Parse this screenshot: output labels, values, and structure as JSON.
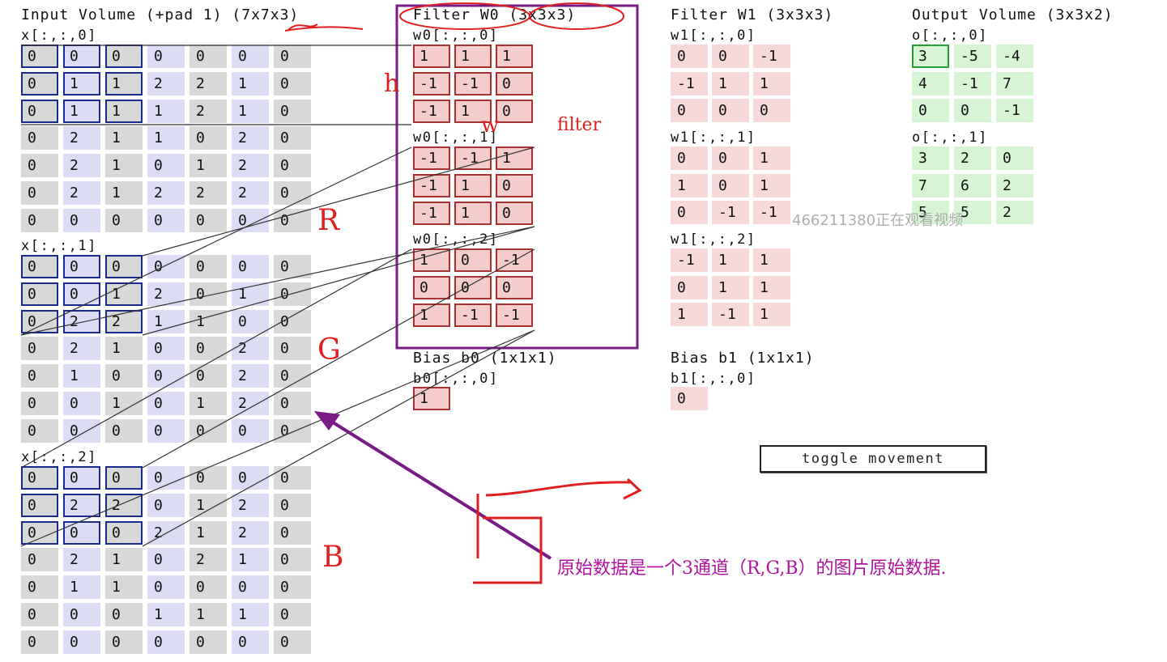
{
  "headers": {
    "input": "Input Volume (+pad 1) (7x7x3)",
    "filter0": "Filter W0 (3x3x3)",
    "filter1": "Filter W1 (3x3x3)",
    "output": "Output Volume (3x3x2)",
    "bias0": "Bias b0 (1x1x1)",
    "bias1": "Bias b1 (1x1x1)"
  },
  "input": {
    "labels": [
      "x[:,:,0]",
      "x[:,:,1]",
      "x[:,:,2]"
    ],
    "slices": [
      [
        [
          0,
          0,
          0,
          0,
          0,
          0,
          0
        ],
        [
          0,
          1,
          1,
          2,
          2,
          1,
          0
        ],
        [
          0,
          1,
          1,
          1,
          2,
          1,
          0
        ],
        [
          0,
          2,
          1,
          1,
          0,
          2,
          0
        ],
        [
          0,
          2,
          1,
          0,
          1,
          2,
          0
        ],
        [
          0,
          2,
          1,
          2,
          2,
          2,
          0
        ],
        [
          0,
          0,
          0,
          0,
          0,
          0,
          0
        ]
      ],
      [
        [
          0,
          0,
          0,
          0,
          0,
          0,
          0
        ],
        [
          0,
          0,
          1,
          2,
          0,
          1,
          0
        ],
        [
          0,
          2,
          2,
          1,
          1,
          0,
          0
        ],
        [
          0,
          2,
          1,
          0,
          0,
          2,
          0
        ],
        [
          0,
          1,
          0,
          0,
          0,
          2,
          0
        ],
        [
          0,
          0,
          1,
          0,
          1,
          2,
          0
        ],
        [
          0,
          0,
          0,
          0,
          0,
          0,
          0
        ]
      ],
      [
        [
          0,
          0,
          0,
          0,
          0,
          0,
          0
        ],
        [
          0,
          2,
          2,
          0,
          1,
          2,
          0
        ],
        [
          0,
          0,
          0,
          2,
          1,
          2,
          0
        ],
        [
          0,
          2,
          1,
          0,
          2,
          1,
          0
        ],
        [
          0,
          1,
          1,
          0,
          0,
          0,
          0
        ],
        [
          0,
          0,
          0,
          1,
          1,
          1,
          0
        ],
        [
          0,
          0,
          0,
          0,
          0,
          0,
          0
        ]
      ]
    ]
  },
  "filter0": {
    "labels": [
      "w0[:,:,0]",
      "w0[:,:,1]",
      "w0[:,:,2]"
    ],
    "slices": [
      [
        [
          1,
          1,
          1
        ],
        [
          -1,
          -1,
          0
        ],
        [
          -1,
          1,
          0
        ]
      ],
      [
        [
          -1,
          -1,
          1
        ],
        [
          -1,
          1,
          0
        ],
        [
          -1,
          1,
          0
        ]
      ],
      [
        [
          1,
          0,
          -1
        ],
        [
          0,
          0,
          0
        ],
        [
          1,
          -1,
          -1
        ]
      ]
    ]
  },
  "filter1": {
    "labels": [
      "w1[:,:,0]",
      "w1[:,:,1]",
      "w1[:,:,2]"
    ],
    "slices": [
      [
        [
          0,
          0,
          -1
        ],
        [
          -1,
          1,
          1
        ],
        [
          0,
          0,
          0
        ]
      ],
      [
        [
          0,
          0,
          1
        ],
        [
          1,
          0,
          1
        ],
        [
          0,
          -1,
          -1
        ]
      ],
      [
        [
          -1,
          1,
          1
        ],
        [
          0,
          1,
          1
        ],
        [
          1,
          -1,
          1
        ]
      ]
    ]
  },
  "output": {
    "labels": [
      "o[:,:,0]",
      "o[:,:,1]"
    ],
    "slices": [
      [
        [
          3,
          -5,
          -4
        ],
        [
          4,
          -1,
          7
        ],
        [
          0,
          0,
          -1
        ]
      ],
      [
        [
          3,
          2,
          0
        ],
        [
          7,
          6,
          2
        ],
        [
          5,
          5,
          2
        ]
      ]
    ]
  },
  "bias0": {
    "label": "b0[:,:,0]",
    "value": 1
  },
  "bias1": {
    "label": "b1[:,:,0]",
    "value": 0
  },
  "button": {
    "label": "toggle movement"
  },
  "annotations": {
    "filter": "filter",
    "h": "h",
    "w": "w",
    "R": "R",
    "G": "G",
    "B": "B",
    "note": "原始数据是一个3通道（R,G,B）的图片原始数据."
  },
  "watermark": "466211380正在观看视频",
  "colors": {
    "input_gray": "#d8d8d8",
    "input_blue": "#dcdcf4",
    "filter_red": "#f4cccc",
    "filter_border": "#a83232",
    "w1_pink": "#f8d9d9",
    "output_green": "#d7f5d4",
    "selection_blue": "#1a2a8c",
    "selection_green": "#23a035",
    "annotation_red": "#e02020",
    "annotation_purple": "#7a1a86"
  }
}
